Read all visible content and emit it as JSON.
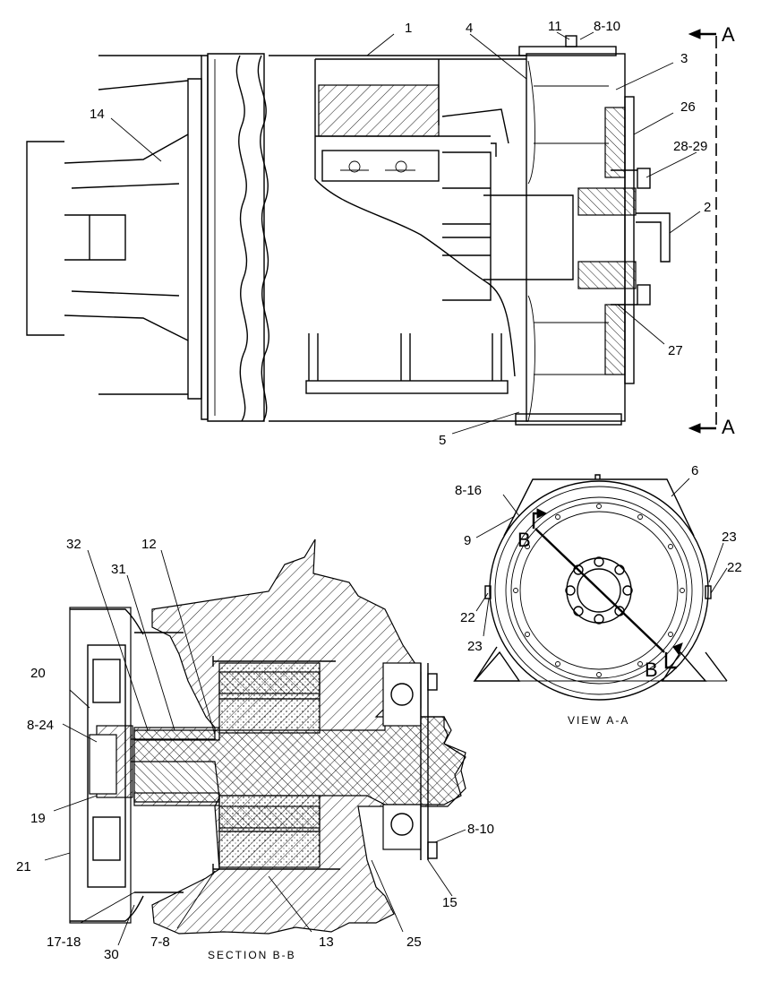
{
  "main_view": {
    "section_markers": [
      "A",
      "A"
    ],
    "callouts": [
      "1",
      "4",
      "11",
      "8-10",
      "3",
      "26",
      "28-29",
      "14",
      "2",
      "27",
      "5"
    ]
  },
  "section_view": {
    "caption": "SECTION B-B",
    "callouts": [
      "32",
      "31",
      "12",
      "20",
      "8-24",
      "19",
      "21",
      "17-18",
      "30",
      "7-8",
      "13",
      "25",
      "15",
      "8-10"
    ]
  },
  "end_view": {
    "caption": "VIEW A-A",
    "section_markers": [
      "B",
      "B"
    ],
    "callouts": [
      "8-16",
      "6",
      "9",
      "23",
      "22",
      "22",
      "23"
    ]
  }
}
